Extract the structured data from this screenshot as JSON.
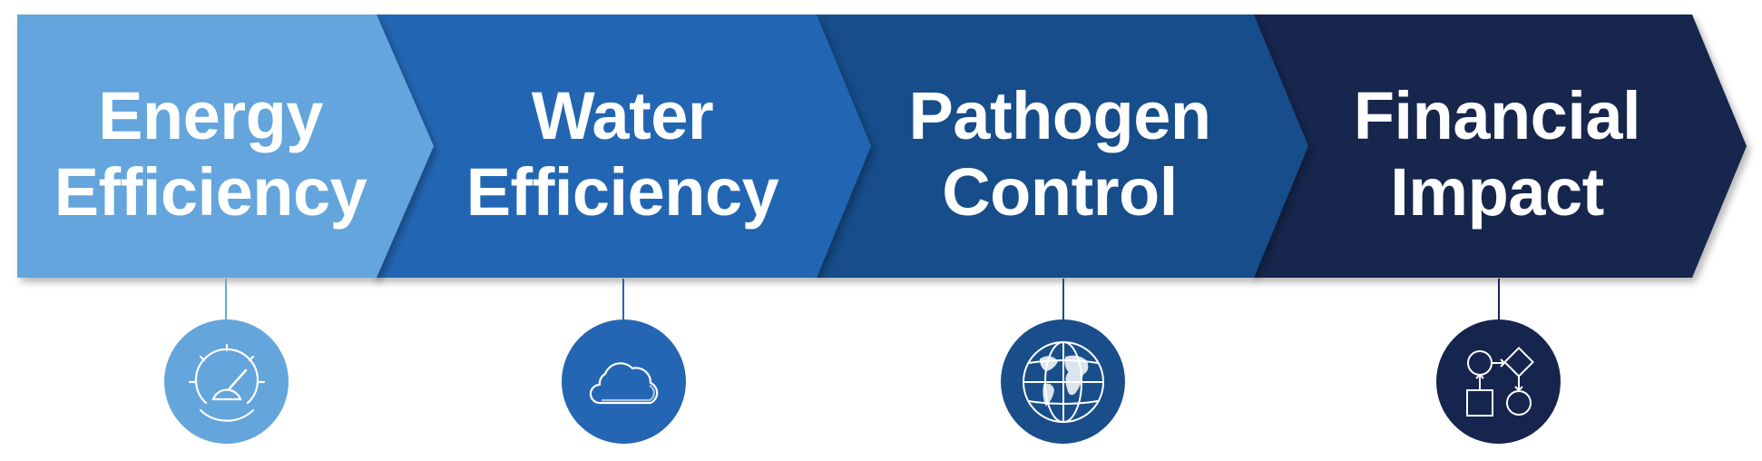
{
  "steps": [
    {
      "line1": "Energy",
      "line2": "Efficiency",
      "color": "#64a5dc",
      "icon": "gauge-icon"
    },
    {
      "line1": "Water",
      "line2": "Efficiency",
      "color": "#2466b3",
      "icon": "cloud-icon"
    },
    {
      "line1": "Pathogen",
      "line2": "Control",
      "color": "#194e8a",
      "icon": "globe-icon"
    },
    {
      "line1": "Financial",
      "line2": "Impact",
      "color": "#16254e",
      "icon": "flowchart-icon"
    }
  ]
}
